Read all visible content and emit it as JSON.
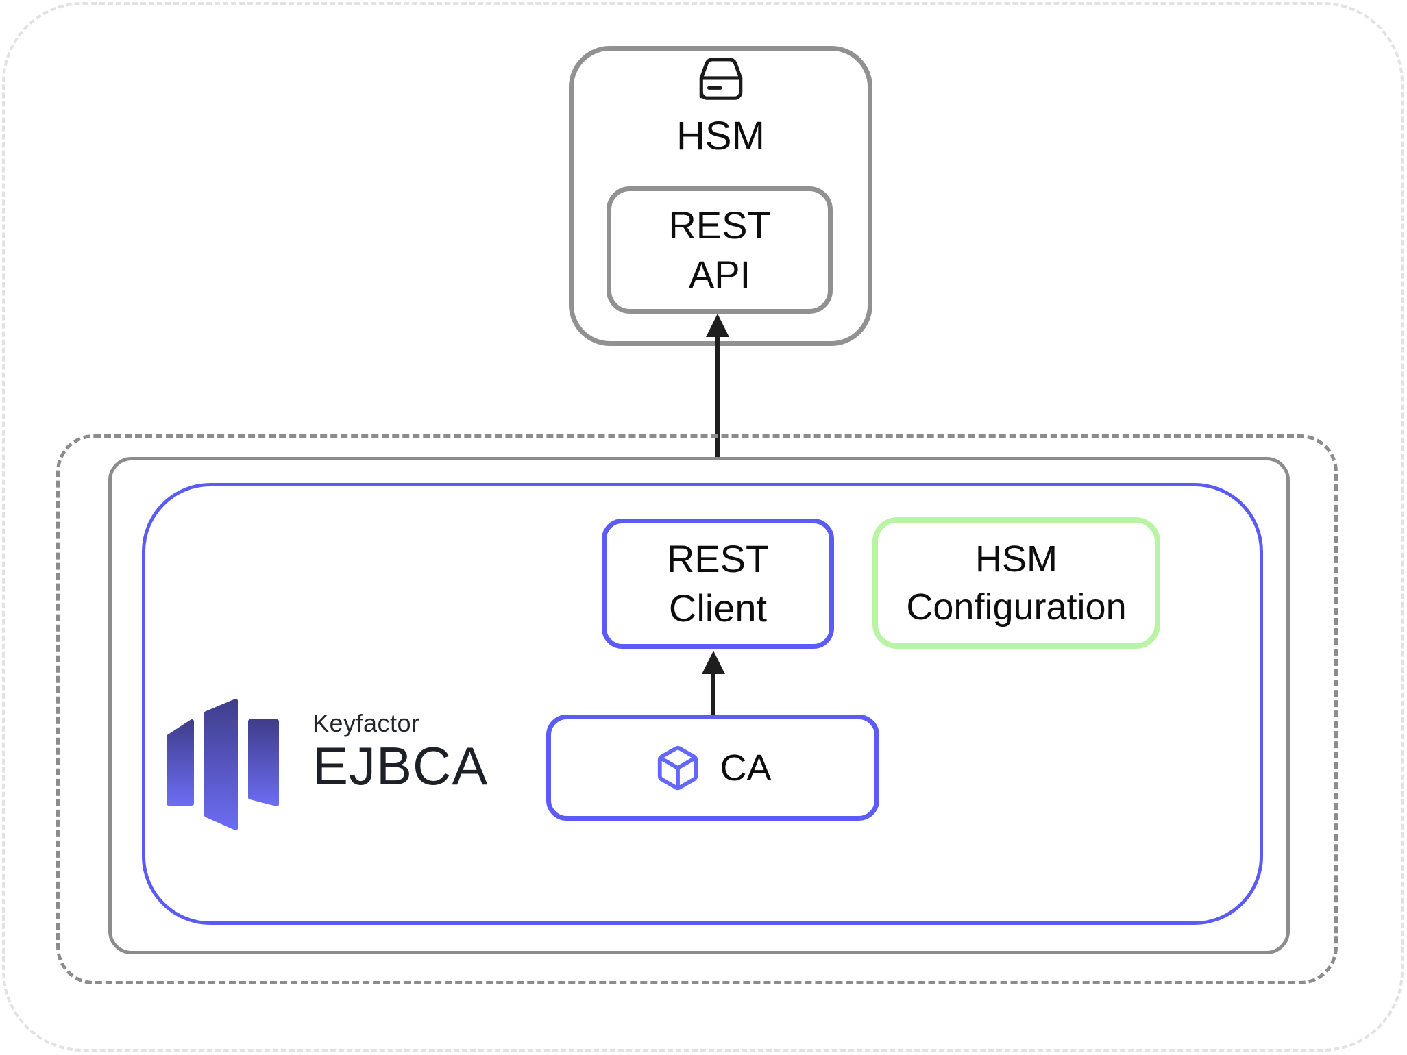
{
  "hsm_unit": {
    "title": "HSM",
    "rest_api": {
      "line1": "REST",
      "line2": "API"
    }
  },
  "ejbca_group": {
    "rest_client": {
      "line1": "REST",
      "line2": "Client"
    },
    "hsm_configuration": {
      "line1": "HSM",
      "line2": "Configuration"
    },
    "ca": {
      "label": "CA"
    },
    "logo": {
      "brand": "Keyfactor",
      "product": "EJBCA"
    }
  },
  "icons": {
    "hsm": "drive-icon",
    "ca": "cube-icon",
    "logo": "keyfactor-mark"
  },
  "colors": {
    "gray_border": "#919191",
    "dashed_gray": "#8c8c8c",
    "blue": "#5b5cf6",
    "green": "#b9f3a4",
    "arrow": "#1e1e1e",
    "logo_gradient_top": "#403e8c",
    "logo_gradient_bottom": "#6c6cf2",
    "page_edge": "#e2e2e2"
  }
}
